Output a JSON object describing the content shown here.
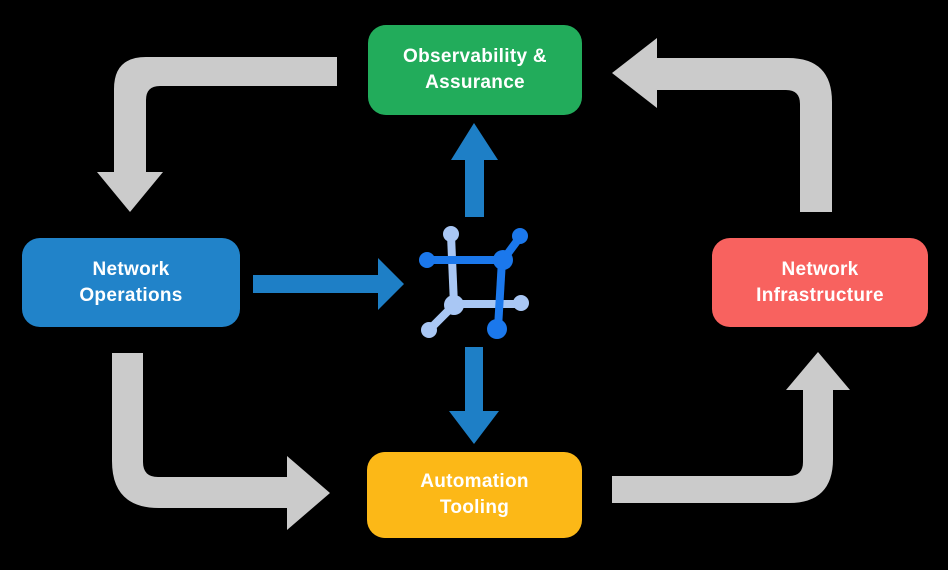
{
  "background_color": "#000000",
  "nodes": {
    "observability": {
      "lines": [
        "Observability &",
        "Assurance"
      ],
      "color": "#22AC5B"
    },
    "operations": {
      "lines": [
        "Network",
        "Operations"
      ],
      "color": "#2183C9"
    },
    "infrastructure": {
      "lines": [
        "Network",
        "Infrastructure"
      ],
      "color": "#F8625F"
    },
    "automation": {
      "lines": [
        "Automation",
        "Tooling"
      ],
      "color": "#FCB817"
    }
  },
  "icons": {
    "center": "network-automation-icon",
    "center_colors": {
      "primary": "#1B78EC",
      "secondary": "#A9C7F4"
    }
  },
  "arrows": {
    "gray": "#CBCBCB",
    "blue": "#1E7FC6",
    "connections": [
      {
        "from": "observability",
        "to": "operations",
        "style": "gray"
      },
      {
        "from": "operations",
        "to": "automation",
        "style": "gray"
      },
      {
        "from": "automation",
        "to": "infrastructure",
        "style": "gray"
      },
      {
        "from": "infrastructure",
        "to": "observability",
        "style": "gray"
      },
      {
        "from": "operations",
        "to": "center",
        "style": "blue"
      },
      {
        "from": "center",
        "to": "observability",
        "style": "blue"
      },
      {
        "from": "center",
        "to": "automation",
        "style": "blue"
      }
    ]
  }
}
